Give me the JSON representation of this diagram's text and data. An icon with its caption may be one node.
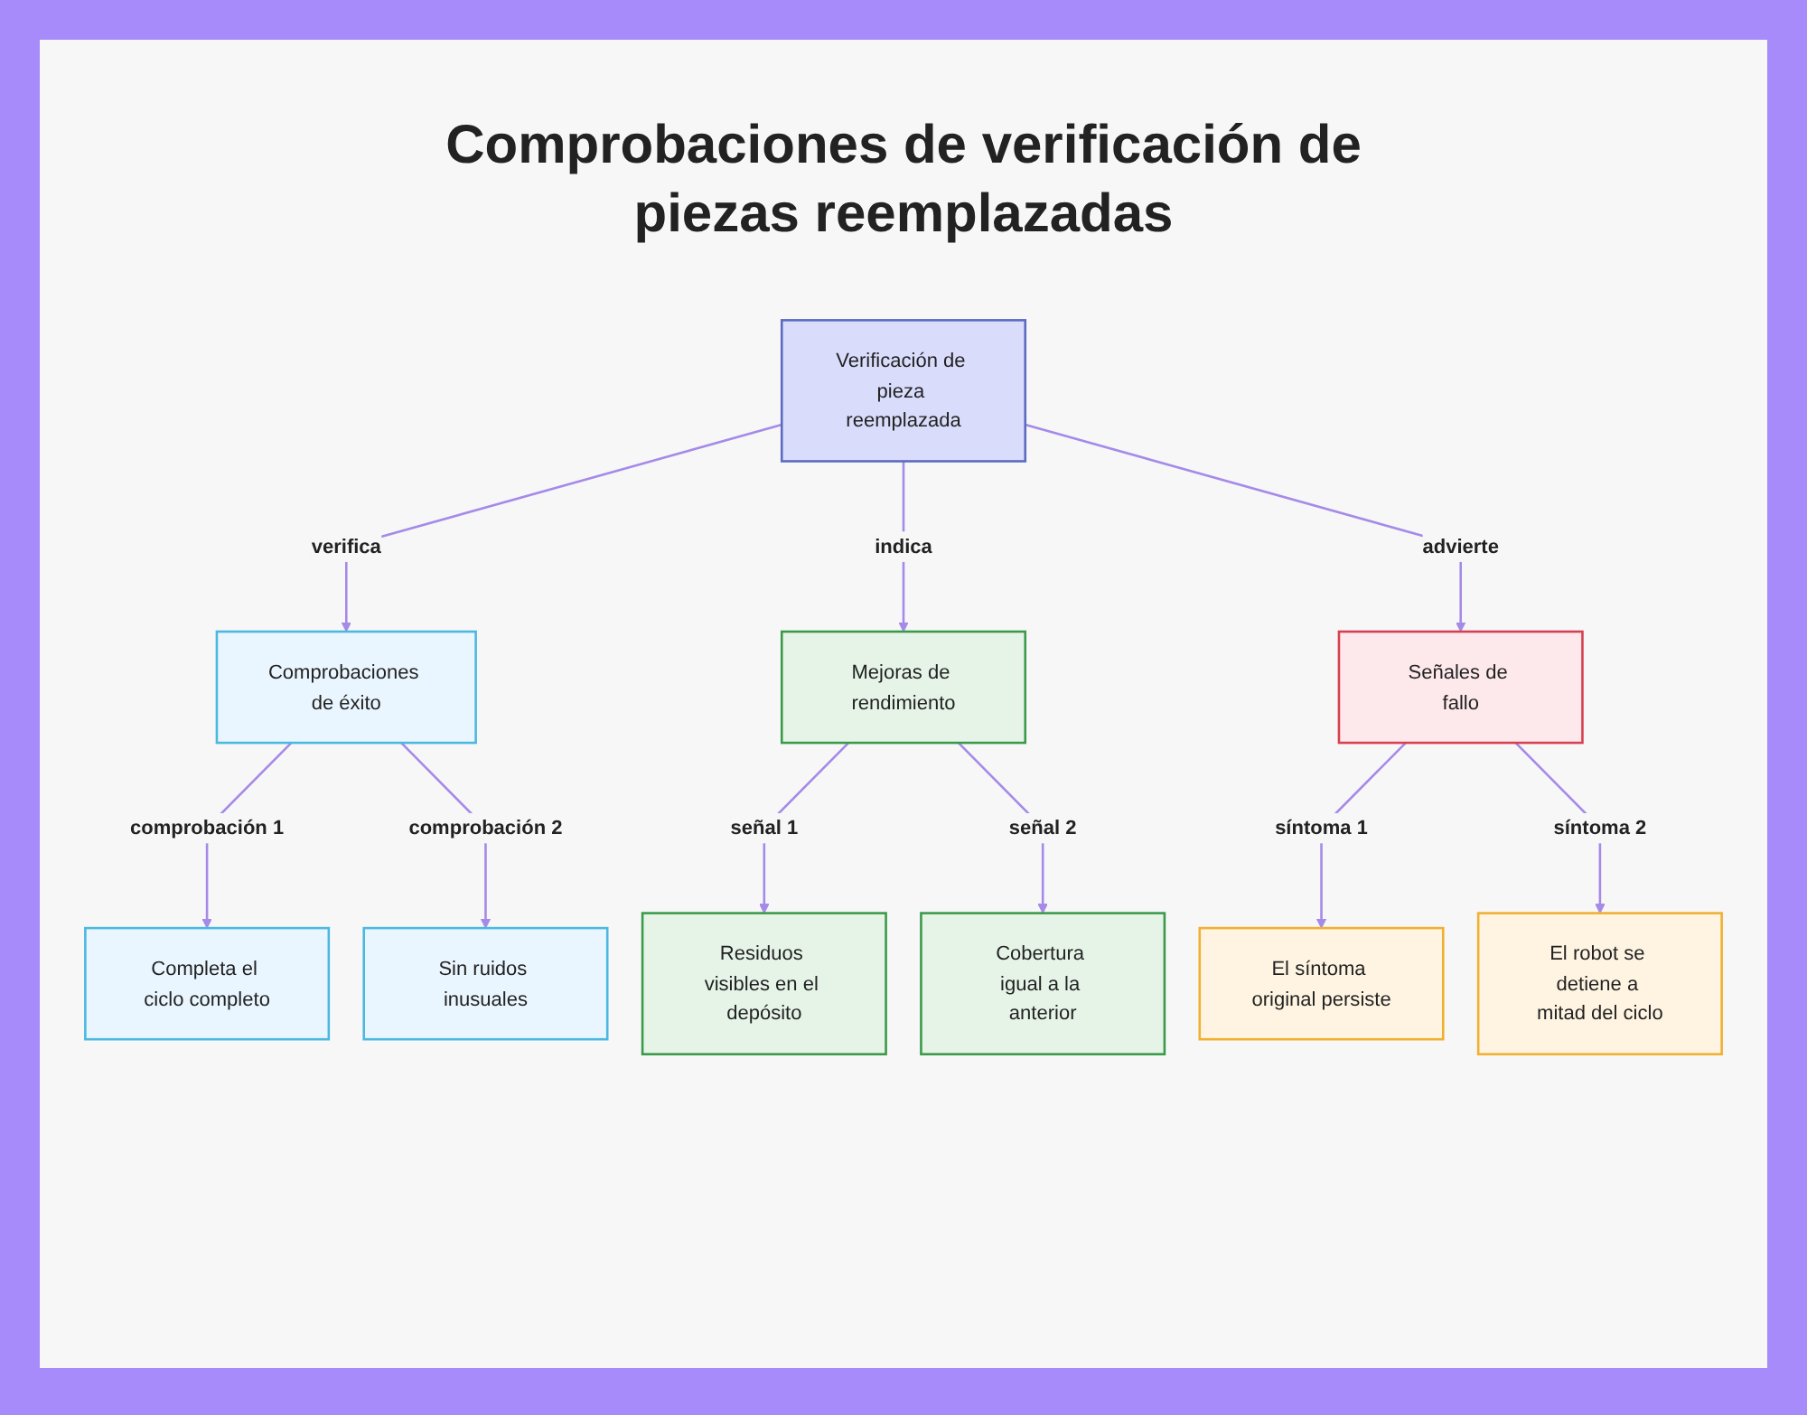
{
  "diagram": {
    "title": "Comprobaciones de verificación de piezas reemplazadas",
    "nodes": [
      {
        "text": [
          "Verificación de pieza reemplazada"
        ]
      },
      {
        "text": [
          "Comprobaciones de éxito"
        ]
      },
      {
        "text": [
          "Mejoras de rendimiento"
        ]
      },
      {
        "text": [
          "Señales de fallo"
        ]
      },
      {
        "text": [
          "Completa el ciclo completo"
        ]
      },
      {
        "text": [
          "Sin ruidos inusuales"
        ]
      },
      {
        "text": [
          "Residuos visibles en el depósito"
        ]
      },
      {
        "text": [
          "Cobertura igual a la anterior"
        ]
      },
      {
        "text": [
          "El síntoma original persiste"
        ]
      },
      {
        "text": [
          "El robot se detiene a mitad del ciclo"
        ]
      }
    ],
    "edges": [
      {
        "from": 0,
        "to": 1,
        "arrow": "to",
        "label": "verifica"
      },
      {
        "from": 0,
        "to": 2,
        "arrow": "to",
        "label": "indica"
      },
      {
        "from": 0,
        "to": 3,
        "arrow": "to",
        "label": "advierte"
      },
      {
        "from": 1,
        "to": 4,
        "arrow": "to",
        "label": "comprobación 1"
      },
      {
        "from": 1,
        "to": 5,
        "arrow": "to",
        "label": "comprobación 2"
      },
      {
        "from": 2,
        "to": 6,
        "arrow": "to",
        "label": "señal 1"
      },
      {
        "from": 2,
        "to": 7,
        "arrow": "to",
        "label": "señal 2"
      },
      {
        "from": 3,
        "to": 8,
        "arrow": "to",
        "label": "síntoma 1"
      },
      {
        "from": 3,
        "to": 9,
        "arrow": "to",
        "label": "síntoma 2"
      }
    ]
  }
}
